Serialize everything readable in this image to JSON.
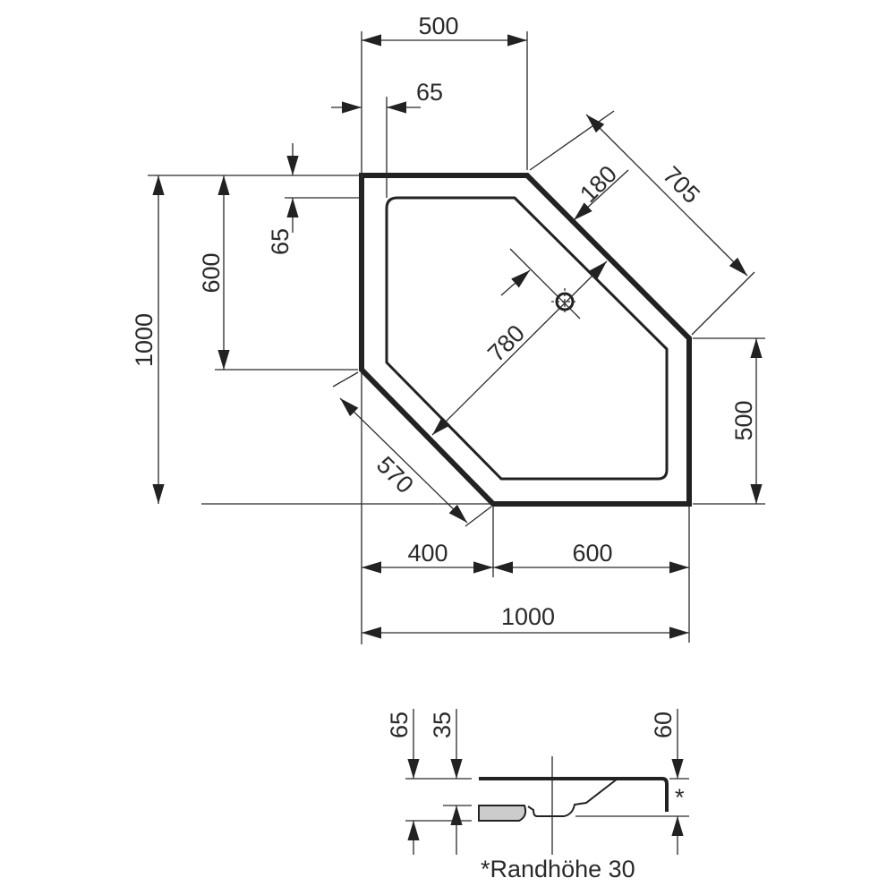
{
  "plan": {
    "dims": {
      "top_width": "500",
      "rim_left": "65",
      "rim_top": "65",
      "left_side": "600",
      "total_depth": "1000",
      "diagonal_edge": "705",
      "drain_offset": "180",
      "diagonal_span": "780",
      "short_diagonal": "570",
      "right_side": "500",
      "bottom_left": "400",
      "bottom_right": "600",
      "total_width": "1000"
    }
  },
  "profile": {
    "dims": {
      "rim": "65",
      "tray": "35",
      "edge": "60",
      "asterisk": "*"
    },
    "note": "*Randhöhe 30"
  }
}
